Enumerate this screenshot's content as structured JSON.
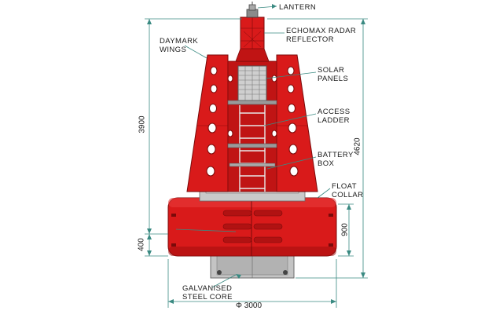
{
  "colors": {
    "buoy_red": "#d91a1a",
    "buoy_dark_red": "#9c0b0b",
    "steel_grey": "#bdbdbd",
    "dimension_line": "#3a8a82",
    "leader_line": "#3a8a82"
  },
  "labels": {
    "lantern": "LANTERN",
    "radar_reflector": [
      "ECHOMAX RADAR",
      "REFLECTOR"
    ],
    "daymark_wings": [
      "DAYMARK",
      "WINGS"
    ],
    "solar_panels": [
      "SOLAR",
      "PANELS"
    ],
    "access_ladder": [
      "ACCESS",
      "LADDER"
    ],
    "battery_box": [
      "BATTERY",
      "BOX"
    ],
    "float_collar": [
      "FLOAT",
      "COLLAR"
    ],
    "steel_core": [
      "GALVANISED",
      "STEEL CORE"
    ]
  },
  "dimensions": {
    "height_above_collar": "3900",
    "overall_height": "4620",
    "collar_height": "900",
    "lower_offset": "400",
    "diameter": "Φ 3000"
  }
}
